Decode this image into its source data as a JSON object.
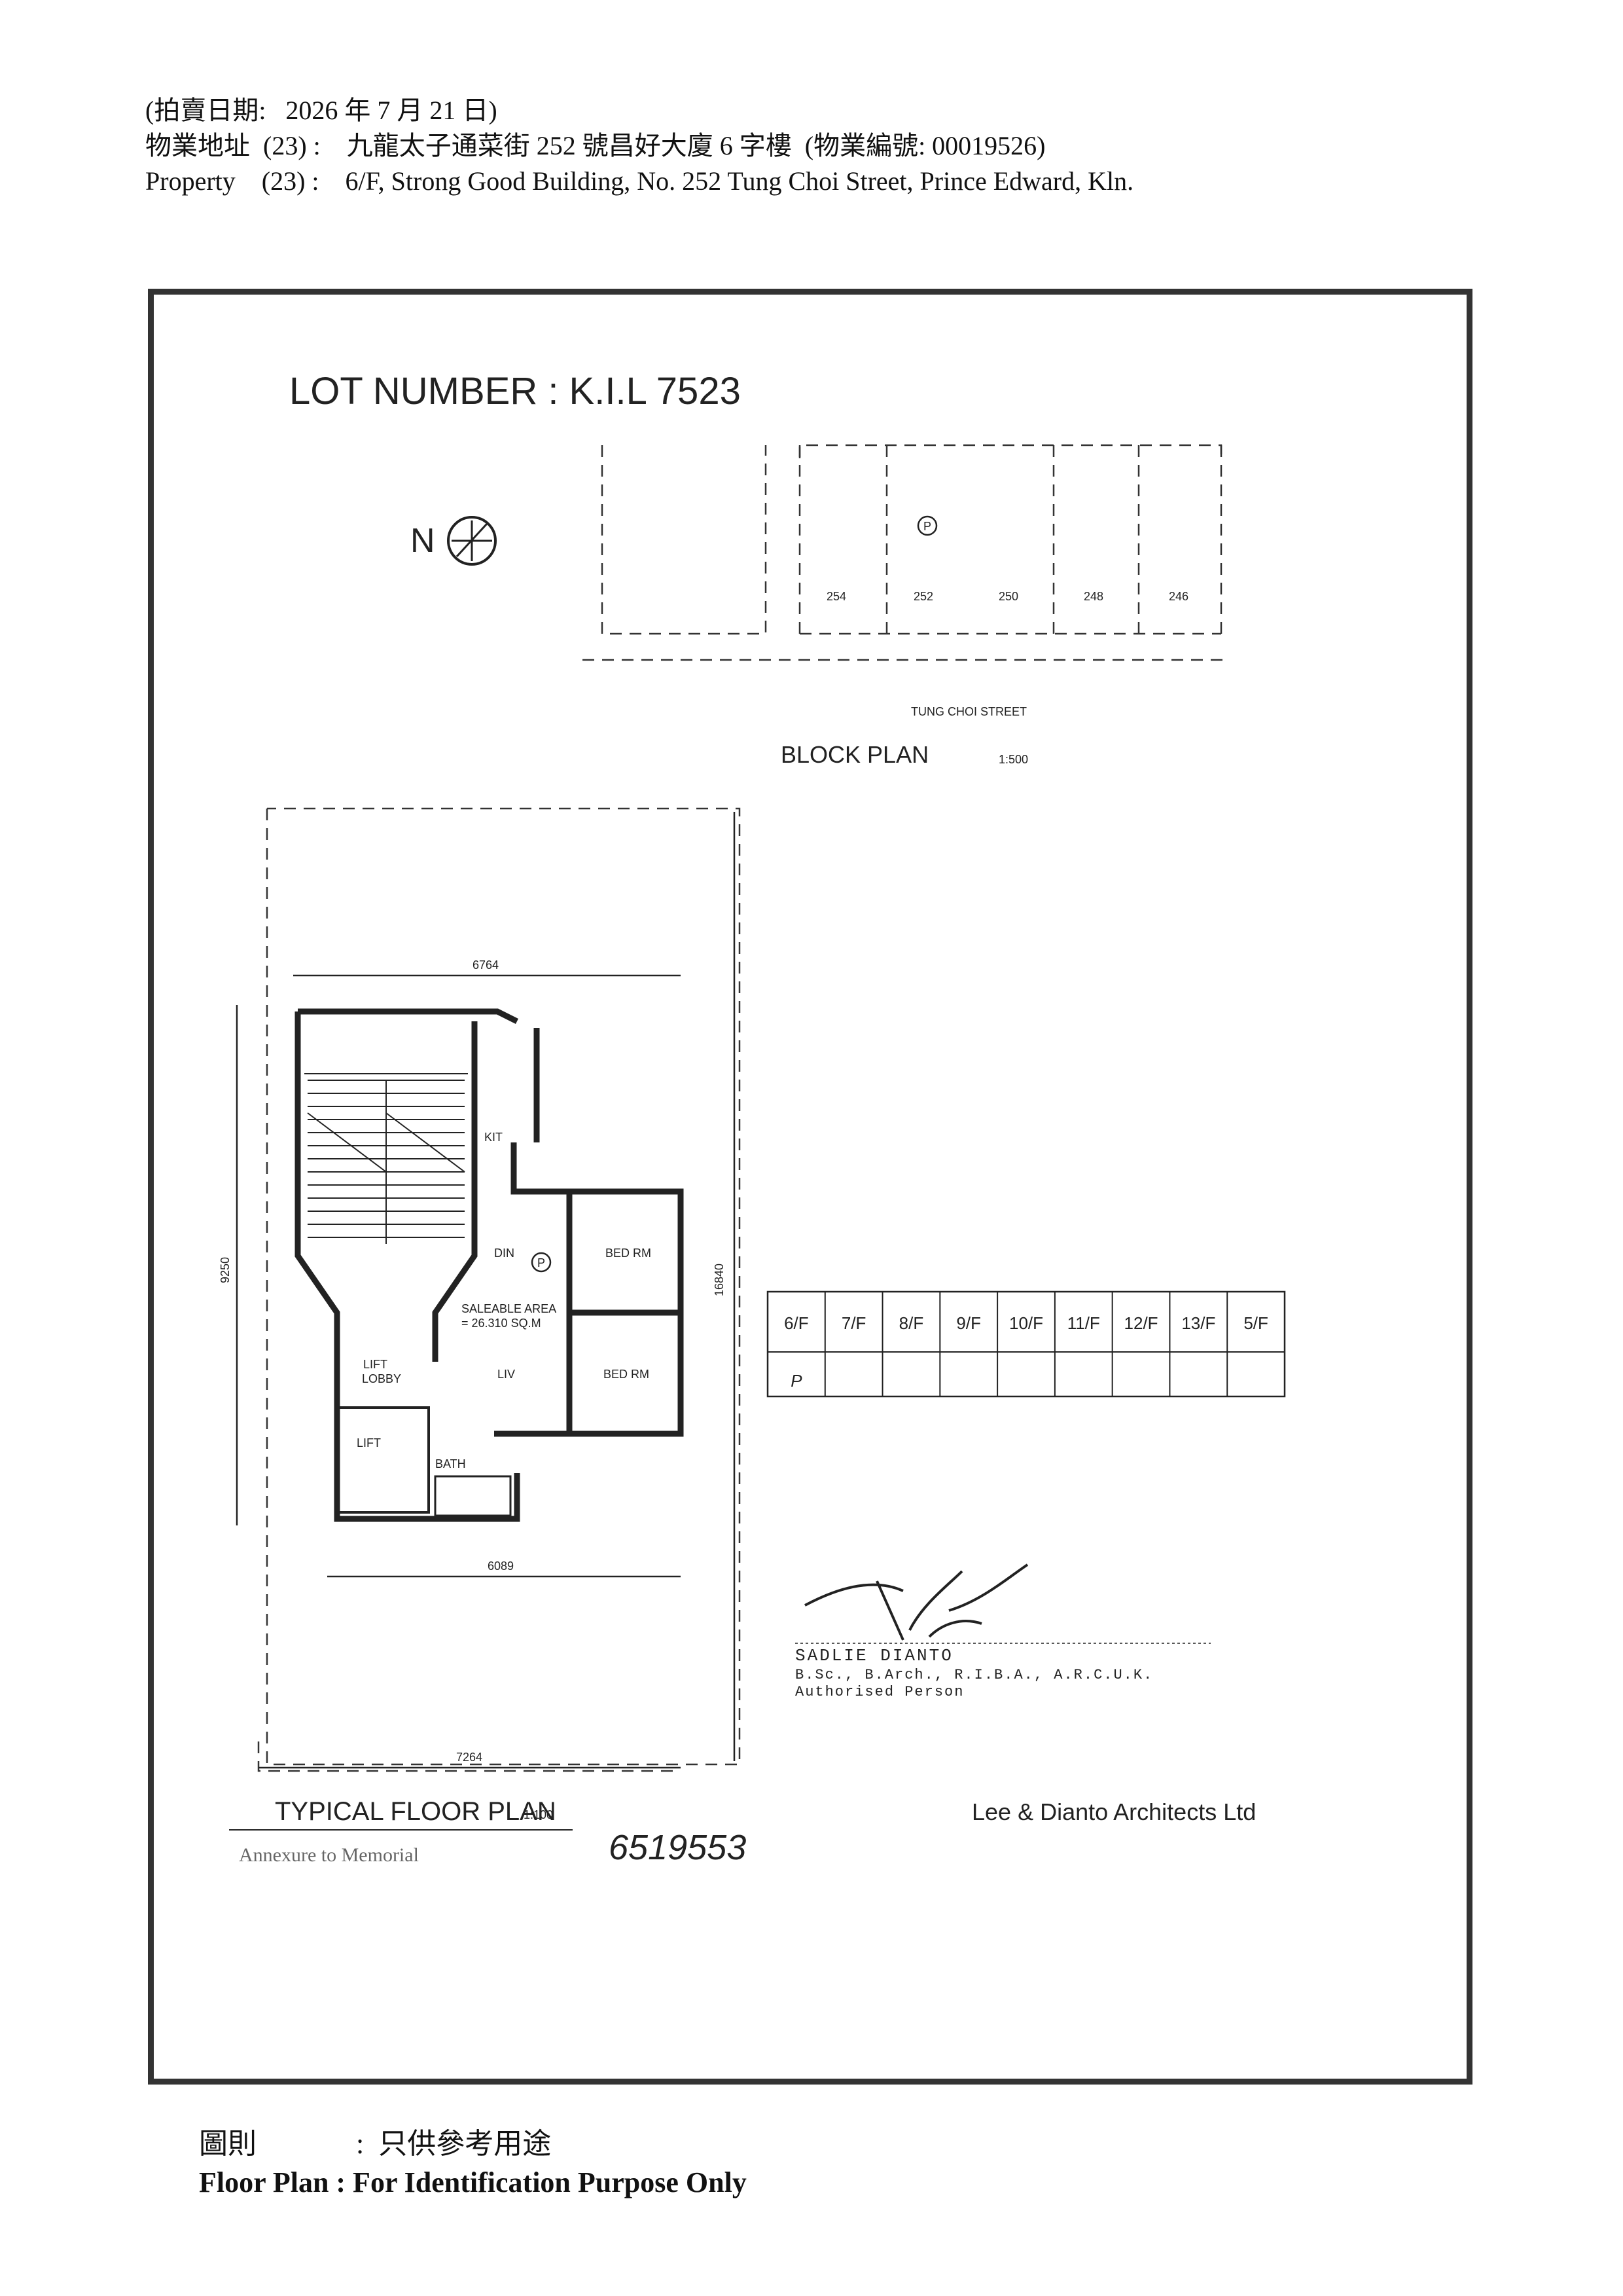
{
  "header": {
    "line1": "(拍賣日期:   2026 年 7 月 21 日)",
    "line2": "物業地址  (23) :    九龍太子通菜街 252 號昌好大廈 6 字樓  (物業編號: 00019526)",
    "line3": "Property    (23) :    6/F, Strong Good Building, No. 252 Tung Choi Street, Prince Edward, Kln."
  },
  "plan": {
    "lot_number": "LOT NUMBER : K.I.L  7523",
    "north_label": "N",
    "block_plan": {
      "street_label": "TUNG CHOI STREET",
      "title": "BLOCK PLAN",
      "scale": "1:500",
      "lot_numbers": [
        "254",
        "252",
        "250",
        "248",
        "246"
      ],
      "marker": "P"
    },
    "floor_plan": {
      "title": "TYPICAL FLOOR PLAN",
      "scale": "1:100",
      "dims": {
        "top": "6764",
        "bottom": "6089",
        "outer": "7264",
        "left": "9250",
        "right": "16840"
      },
      "rooms": {
        "kit": "KIT",
        "din": "DIN",
        "bed1": "BED RM",
        "bed2": "BED RM",
        "saleable": "SALEABLE AREA",
        "area": "= 26.310 SQ.M",
        "liv": "LIV",
        "lobby1": "LIFT",
        "lobby2": "LOBBY",
        "lift": "LIFT",
        "bath": "BATH"
      },
      "marker": "P"
    },
    "floors": [
      "6/F",
      "7/F",
      "8/F",
      "9/F",
      "10/F",
      "11/F",
      "12/F",
      "13/F",
      "5/F"
    ],
    "floor_mark": "P",
    "signature_block": {
      "name": "SADLIE DIANTO",
      "quals": "B.Sc., B.Arch., R.I.B.A., A.R.C.U.K.",
      "role": "Authorised Person"
    },
    "architect": "Lee & Dianto Architects Ltd",
    "annexure": "Annexure to Memorial",
    "memorial_no": "6519553"
  },
  "footer": {
    "cn_label": "圖則",
    "cn_value": ":  只供參考用途",
    "en": "Floor Plan : For Identification Purpose Only"
  }
}
